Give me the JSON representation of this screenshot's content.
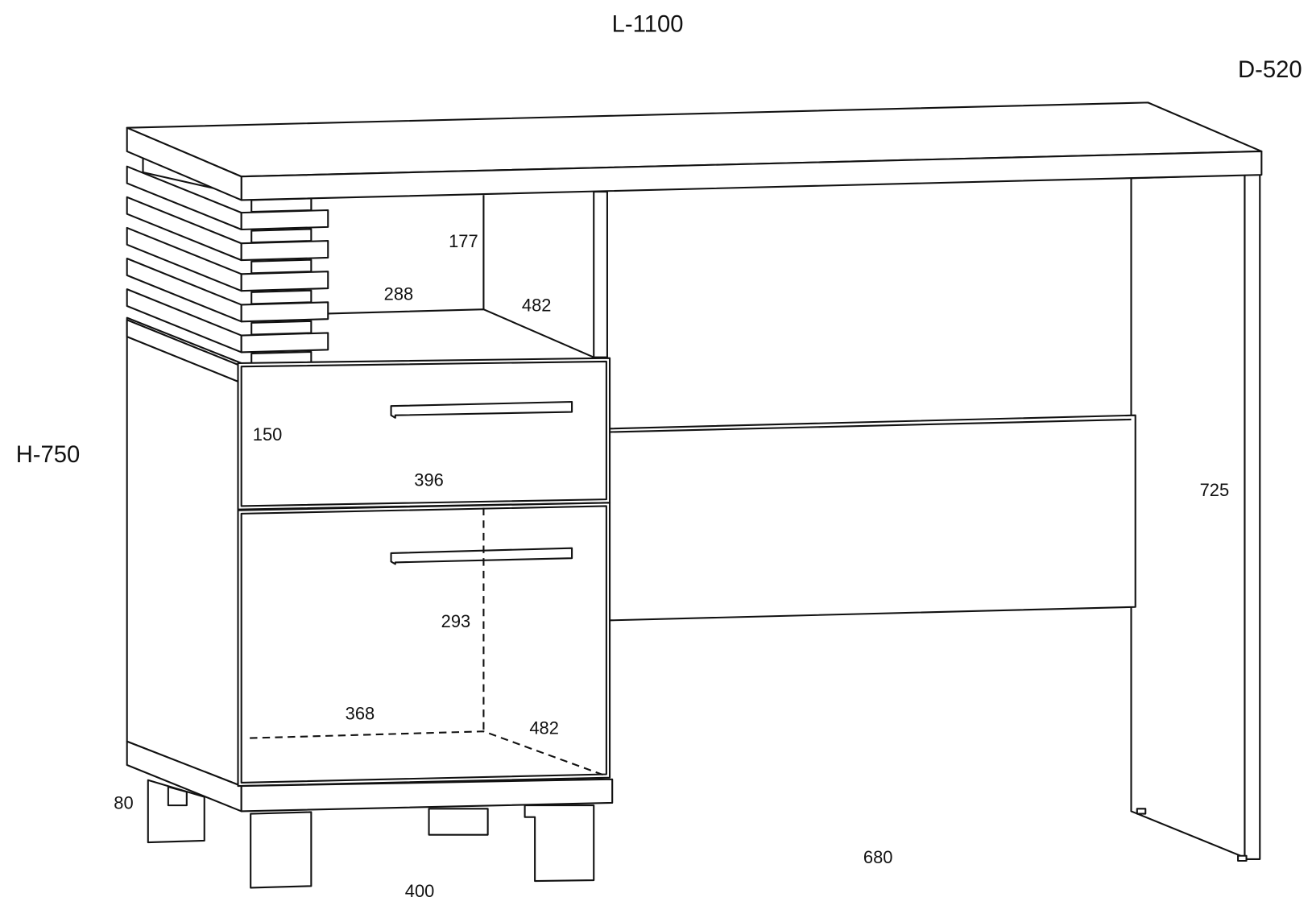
{
  "overall": {
    "length": "L-1100",
    "depth": "D-520",
    "height": "H-750"
  },
  "dimensions": {
    "shelf_height": "177",
    "shelf_width": "288",
    "shelf_depth": "482",
    "drawer_height": "150",
    "drawer_width": "396",
    "cabinet_height": "293",
    "cabinet_width": "368",
    "cabinet_depth": "482",
    "leg_height": "80",
    "base_width": "400",
    "knee_width": "680",
    "leg_panel_height": "725"
  }
}
